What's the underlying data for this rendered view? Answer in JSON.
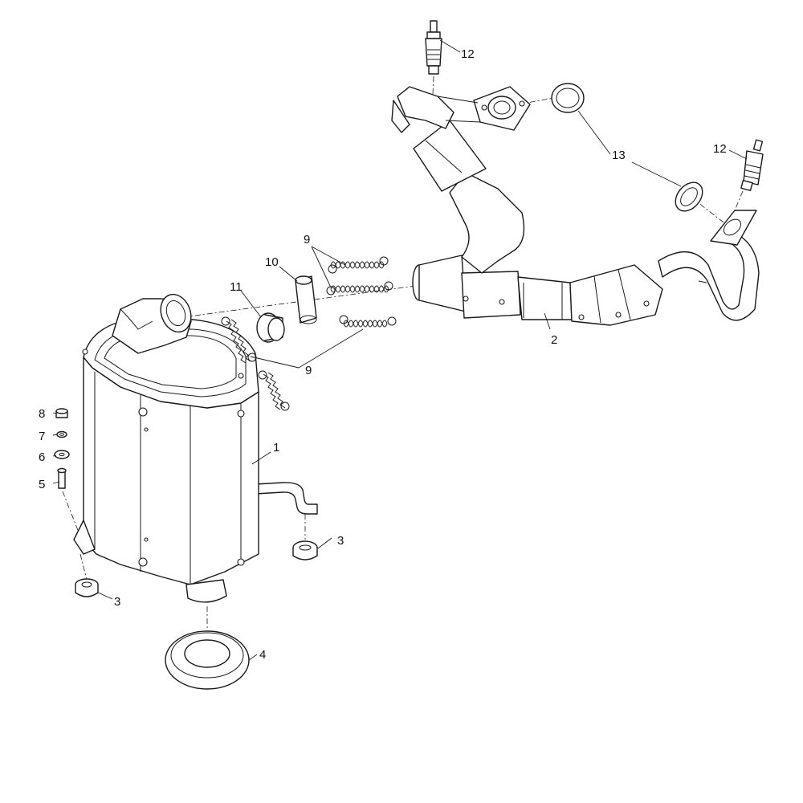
{
  "callouts": {
    "c1": "1",
    "c2": "2",
    "c3a": "3",
    "c3b": "3",
    "c4": "4",
    "c5": "5",
    "c6": "6",
    "c7": "7",
    "c8": "8",
    "c9a": "9",
    "c9b": "9",
    "c10": "10",
    "c11": "11",
    "c12a": "12",
    "c12b": "12",
    "c13": "13"
  }
}
